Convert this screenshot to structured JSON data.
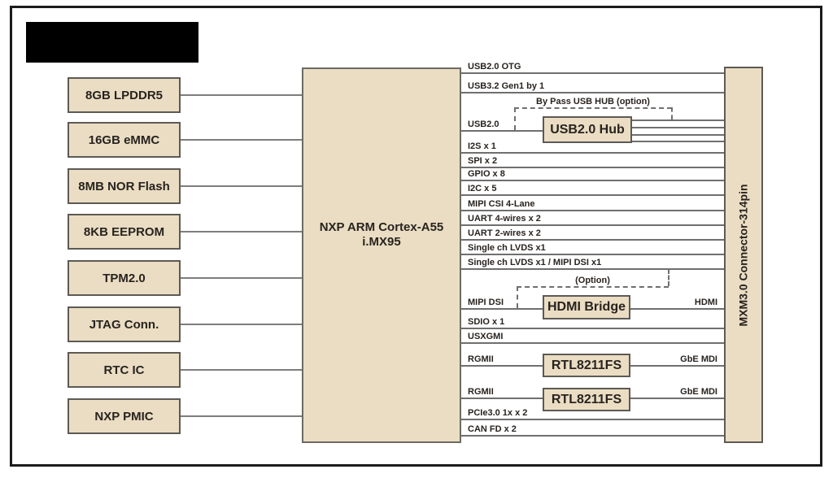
{
  "cpu": {
    "title_line1": "NXP ARM Cortex-A55",
    "title_line2": "i.MX95"
  },
  "connector": {
    "label": "MXM3.0 Connector-314pin"
  },
  "peripherals": [
    {
      "label": "8GB LPDDR5"
    },
    {
      "label": "16GB eMMC"
    },
    {
      "label": "8MB NOR Flash"
    },
    {
      "label": "8KB EEPROM"
    },
    {
      "label": "TPM2.0"
    },
    {
      "label": "JTAG Conn."
    },
    {
      "label": "RTC IC"
    },
    {
      "label": "NXP PMIC"
    }
  ],
  "chips": [
    {
      "label": "USB2.0 Hub"
    },
    {
      "label": "HDMI Bridge"
    },
    {
      "label": "RTL8211FS"
    },
    {
      "label": "RTL8211FS"
    }
  ],
  "signals": [
    {
      "label": "USB2.0 OTG"
    },
    {
      "label": "USB3.2 Gen1 by 1"
    },
    {
      "label": "USB2.0"
    },
    {
      "label": "I2S x 1"
    },
    {
      "label": "SPI x 2"
    },
    {
      "label": "GPIO x 8"
    },
    {
      "label": "I2C x 5"
    },
    {
      "label": "MIPI CSI 4-Lane"
    },
    {
      "label": "UART 4-wires x 2"
    },
    {
      "label": "UART 2-wires x 2"
    },
    {
      "label": "Single ch LVDS x1"
    },
    {
      "label": "Single ch LVDS x1 / MIPI DSI x1"
    },
    {
      "label": "MIPI DSI"
    },
    {
      "label": "SDIO x 1"
    },
    {
      "label": "USXGMI"
    },
    {
      "label": "RGMII"
    },
    {
      "label": "RGMII"
    },
    {
      "label": "PCIe3.0 1x  x 2"
    },
    {
      "label": "CAN FD x 2"
    }
  ],
  "right_labels": [
    {
      "label": "HDMI"
    },
    {
      "label": "GbE MDI"
    },
    {
      "label": "GbE MDI"
    }
  ],
  "bypass_labels": {
    "usb": "By Pass USB HUB (option)",
    "hdmi": "(Option)"
  },
  "colors": {
    "box_fill": "#eaddc3",
    "box_border": "#5d5a55",
    "line": "#6f6f6f",
    "frame": "#1b1b1b",
    "text": "#28231f"
  }
}
